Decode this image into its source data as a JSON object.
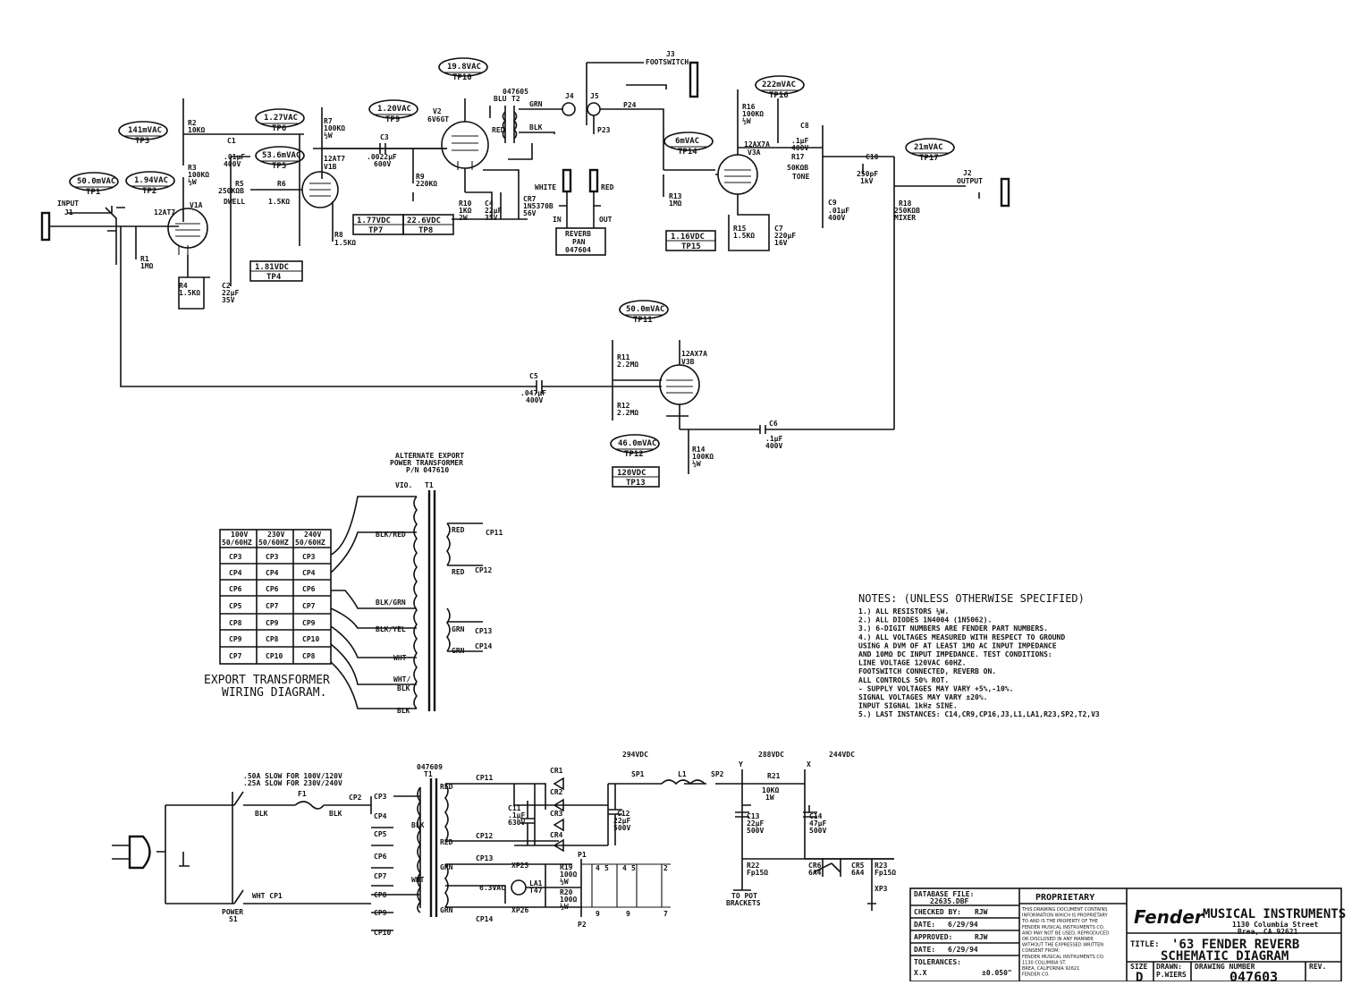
{
  "test_points": {
    "tp1": {
      "value": "50.0mVAC",
      "label": "TP1"
    },
    "tp2": {
      "value": "1.94VAC",
      "label": "TP2"
    },
    "tp3": {
      "value": "141mVAC",
      "label": "TP3"
    },
    "tp4": {
      "value": "1.81VDC",
      "label": "TP4"
    },
    "tp5": {
      "value": "53.6mVAC",
      "label": "TP5"
    },
    "tp6": {
      "value": "1.27VAC",
      "label": "TP6"
    },
    "tp7": {
      "value": "1.77VDC",
      "label": "TP7"
    },
    "tp8": {
      "value": "22.6VDC",
      "label": "TP8"
    },
    "tp9": {
      "value": "1.20VAC",
      "label": "TP9"
    },
    "tp10": {
      "value": "19.8VAC",
      "label": "TP10"
    },
    "tp11": {
      "value": "50.0mVAC",
      "label": "TP11"
    },
    "tp12": {
      "value": "46.0mVAC",
      "label": "TP12"
    },
    "tp13": {
      "value": "120VDC",
      "label": "TP13"
    },
    "tp14": {
      "value": "6mVAC",
      "label": "TP14"
    },
    "tp15": {
      "value": "1.16VDC",
      "label": "TP15"
    },
    "tp16": {
      "value": "222mVAC",
      "label": "TP16"
    },
    "tp17": {
      "value": "21mVAC",
      "label": "TP17"
    }
  },
  "components": {
    "input": "INPUT",
    "j1": "J1",
    "r1": "R1",
    "r1v": "1MΩ",
    "r2": "R2",
    "r2v": "10KΩ",
    "r3": "R3",
    "r3v": "100KΩ",
    "r3w": "½W",
    "r4": "R4",
    "r4v": "1.5KΩ",
    "c1": "C1",
    "c1v": ".01µF",
    "c1k": "400V",
    "c2": "C2",
    "c2v": "22µF",
    "c2k": "35V",
    "v1a_type": "12AT7",
    "v1a": "V1A",
    "r5": "R5",
    "r5v": "250KΩB",
    "dwell": "DWELL",
    "r6": "R6",
    "r6v": "1.5KΩ",
    "v1b_type": "12AT7",
    "v1b": "V1B",
    "r7": "R7",
    "r7v": "100KΩ",
    "r7w": "½W",
    "r8": "R8",
    "r8v": "1.5KΩ",
    "c3": "C3",
    "c3v": ".0022µF",
    "c3k": "600V",
    "r9": "R9",
    "r9v": "220KΩ",
    "v2": "V2",
    "v2_type": "6V6GT",
    "r10": "R10",
    "r10v": "1KΩ",
    "r10w": "2W",
    "c4": "C4",
    "c4v": "22µF",
    "c4k": "35V",
    "cr7": "CR7",
    "cr7p": "1N5370B",
    "cr7v": "56V",
    "t2": "T2",
    "t2p": "047605",
    "blu": "BLU",
    "grn": "GRN",
    "red": "RED",
    "blk": "BLK",
    "j4": "J4",
    "j5": "J5",
    "j3": "J3",
    "footswitch": "FOOTSWITCH",
    "p24": "P24",
    "p23": "P23",
    "white": "WHITE",
    "red2": "RED",
    "in": "IN",
    "out": "OUT",
    "reverb_pan": [
      "REVERB",
      "PAN",
      "047604"
    ],
    "r13": "R13",
    "r13v": "1MΩ",
    "v3a_type": "12AX7A",
    "v3a": "V3A",
    "r15": "R15",
    "r15v": "1.5KΩ",
    "c7": "C7",
    "c7v": "220µF",
    "c7k": "16V",
    "r16": "R16",
    "r16v": "100KΩ",
    "r16w": "½W",
    "c8": "C8",
    "c8v": ".1µF",
    "c8k": "400V",
    "r17": "R17",
    "r17v": "50KΩB",
    "tone": "TONE",
    "c9": "C9",
    "c9v": ".01µF",
    "c9k": "400V",
    "c10": "C10",
    "c10v": "250pF",
    "c10k": "1kV",
    "r18": "R18",
    "r18v": "250KΩB",
    "mixer": "MIXER",
    "j2": "J2",
    "output": "OUTPUT",
    "c5": "C5",
    "c5v": ".047µF",
    "c5k": "400V",
    "r11": "R11",
    "r11v": "2.2MΩ",
    "r12": "R12",
    "r12v": "2.2MΩ",
    "v3b_type": "12AX7A",
    "v3b": "V3B",
    "c6": "C6",
    "c6v": ".1µF",
    "c6k": "400V",
    "r14": "R14",
    "r14v": "100KΩ",
    "r14w": "½W"
  },
  "export": {
    "title_lines": [
      "ALTERNATE EXPORT",
      "POWER TRANSFORMER",
      "P/N 047610"
    ],
    "headers": [
      [
        "100V",
        "50/60HZ"
      ],
      [
        "230V",
        "50/60HZ"
      ],
      [
        "240V",
        "50/60HZ"
      ]
    ],
    "rows": [
      [
        "CP3",
        "CP3",
        "CP3"
      ],
      [
        "CP4",
        "CP4",
        "CP4"
      ],
      [
        "CP6",
        "CP6",
        "CP6"
      ],
      [
        "CP5",
        "CP7",
        "CP7"
      ],
      [
        "CP8",
        "CP9",
        "CP9"
      ],
      [
        "CP9",
        "CP8",
        "CP10"
      ],
      [
        "CP7",
        "CP10",
        "CP8"
      ]
    ],
    "caption": [
      "EXPORT TRANSFORMER",
      "WIRING DIAGRAM."
    ],
    "t1": "T1",
    "left_leads": [
      "VIO.",
      "BLK/RED",
      "BLK/GRN",
      "BLK/YEL",
      "WHT",
      "WHT/\nBLK",
      "BLK"
    ],
    "right_leads": [
      [
        "RED",
        "CP11"
      ],
      [
        "RED",
        "CP12"
      ],
      [
        "GRN",
        "CP13"
      ],
      [
        "GRN",
        "CP14"
      ]
    ]
  },
  "notes": {
    "heading": "NOTES: (UNLESS OTHERWISE SPECIFIED)",
    "lines": [
      "1.) ALL RESISTORS ¼W.",
      "2.) ALL DIODES 1N4004 (1N5062).",
      "3.) 6-DIGIT NUMBERS ARE FENDER PART NUMBERS.",
      "4.) ALL VOLTAGES MEASURED WITH RESPECT TO GROUND",
      "    USING A DVM OF AT LEAST 1MΩ AC INPUT IMPEDANCE",
      "    AND 10MΩ DC INPUT IMPEDANCE.  TEST CONDITIONS:",
      "    LINE VOLTAGE 120VAC 60HZ.",
      "    FOOTSWITCH CONNECTED, REVERB ON.",
      "    ALL CONTROLS 50% ROT.",
      "  -  SUPPLY VOLTAGES MAY VARY +5%,-10%.",
      "    SIGNAL VOLTAGES MAY VARY ±20%.",
      "    INPUT SIGNAL 1kHz SINE.",
      "5.) LAST INSTANCES: C14,CR9,CP16,J3,L1,LA1,R23,SP2,T2,V3"
    ]
  },
  "power": {
    "fuse_note": [
      ".50A SLOW FOR 100V/120V",
      ".25A SLOW FOR 230V/240V"
    ],
    "f1": "F1",
    "blk1": "BLK",
    "blk2": "BLK",
    "cp2": "CP2",
    "power": "POWER",
    "s1": "S1",
    "wht_cp1": "WHT CP1",
    "t1_part": "047609",
    "t1": "T1",
    "cps_left": [
      "CP3",
      "CP4",
      "CP5",
      "CP6",
      "CP7",
      "CP8",
      "CP9",
      "CP10"
    ],
    "blk": "BLK",
    "wht": "WHT",
    "taps": [
      "RED",
      "RED",
      "GRN",
      "GRN"
    ],
    "cp11": "CP11",
    "cp12": "CP12",
    "cp13": "CP13",
    "cp14": "CP14",
    "cr": [
      "CR1",
      "CR2",
      "CR3",
      "CR4"
    ],
    "c11": "C11",
    "c11v": ".1µF",
    "c11k": "630V",
    "c12": "C12",
    "c12v": "22µF",
    "c12k": "500V",
    "sp1": "SP1",
    "l1": "L1",
    "sp2": "SP2",
    "v294": "294VDC",
    "v288": "288VDC",
    "v244": "244VDC",
    "r21": "R21",
    "r21v": "10KΩ",
    "r21w": "1W",
    "c13": "C13",
    "c13v": "22µF",
    "c13k": "500V",
    "c14": "C14",
    "c14v": "47µF",
    "c14k": "500V",
    "r22": "R22",
    "r22v": "Fp15Ω",
    "cr6": "CR6",
    "cr6v": "6A4",
    "cr5": "CR5",
    "cr5v": "6A4",
    "r23": "R23",
    "r23v": "Fp15Ω",
    "xp3": "XP3",
    "xp25": "XP25",
    "xp26": "XP26",
    "heater": "6.3VAC",
    "la1": "LA1",
    "la1v": "T47",
    "r19": "R19",
    "r19v": "100Ω",
    "r19w": "½W",
    "r20": "R20",
    "r20v": "100Ω",
    "r20w": "½W",
    "p1": "P1",
    "p2": "P2",
    "pins_top": [
      "4",
      "5",
      "4",
      "5",
      "2"
    ],
    "pins_bot": [
      "9",
      "9",
      "7"
    ],
    "to_pot": [
      "TO POT",
      "BRACKETS"
    ],
    "y": "Y",
    "x": "X"
  },
  "title_block": {
    "database_label": "DATABASE FILE:",
    "database_value": "22635.DBF",
    "checked_label": "CHECKED BY:",
    "checked_value": "RJW",
    "date1_label": "DATE:",
    "date1_value": "6/29/94",
    "approved_label": "APPROVED:",
    "approved_value": "RJW",
    "date2_label": "DATE:",
    "date2_value": "6/29/94",
    "tolerances_label": "TOLERANCES:",
    "tol_a": "X.X",
    "tol_b": "±0.050\"",
    "proprietary": "PROPRIETARY",
    "prop_text": [
      "THIS DRAWING DOCUMENT CONTAINS",
      "INFORMATION WHICH IS PROPRIETARY",
      "TO AND IS THE PROPERTY OF THE",
      "FENDER MUSICAL INSTRUMENTS CO.",
      "AND MAY NOT BE USED, REPRODUCED",
      "OR DISCLOSED IN ANY MANNER",
      "WITHOUT THE EXPRESSED WRITTEN",
      "CONSENT FROM:",
      "FENDER MUSICAL INSTRUMENTS CO.",
      "1130 COLUMBIA ST.",
      "BREA, CALIFORNIA 92621",
      "FENDER CO."
    ],
    "brand": "Fender",
    "company": "MUSICAL INSTRUMENTS",
    "address1": "1130 Columbia Street",
    "address2": "Brea, CA  92621",
    "title_label": "TITLE:",
    "title1": "'63 FENDER REVERB",
    "title2": "SCHEMATIC DIAGRAM",
    "size_label": "SIZE",
    "size_value": "D",
    "drawn_label": "DRAWN:",
    "drawn_value": "P.WIERS",
    "drawing_label": "DRAWING NUMBER",
    "drawing_value": "047603",
    "rev_label": "REV."
  }
}
